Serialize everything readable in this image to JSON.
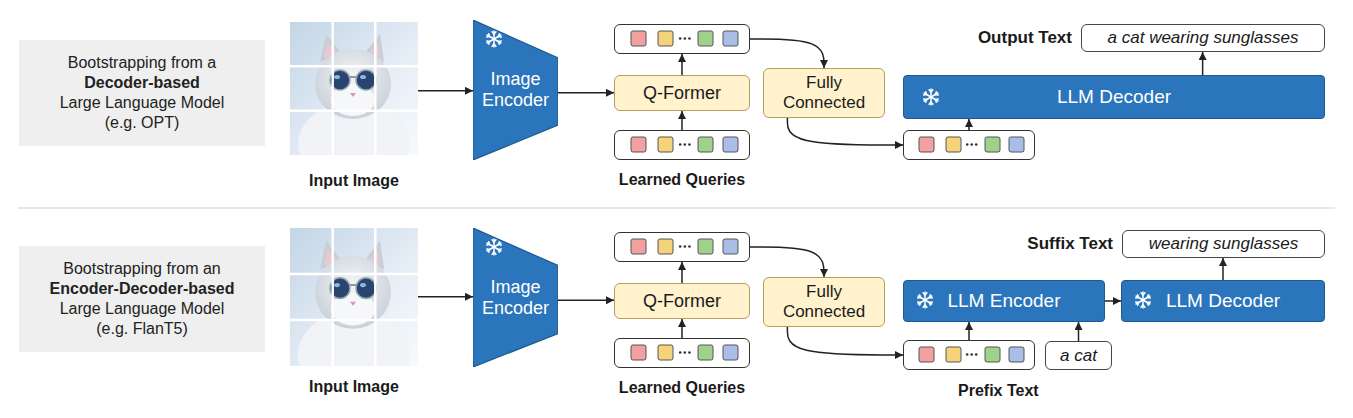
{
  "diagram": {
    "nodes": [
      {
        "text": [
          "Bootstrapping from a",
          "Decoder-based",
          "Large Language Model (e.g. OPT)"
        ]
      },
      {
        "text": [
          "Input Image"
        ]
      },
      {
        "text": [
          "Image Encoder"
        ]
      },
      {
        "text": [
          "Learned Queries"
        ]
      },
      {
        "text": [
          "Q-Former"
        ]
      },
      {
        "text": []
      },
      {
        "text": [
          "Fully Connected"
        ]
      },
      {
        "text": []
      },
      {
        "text": [
          "LLM Decoder"
        ]
      },
      {
        "text": [
          "Output Text",
          "a cat wearing sunglasses"
        ]
      },
      {
        "text": [
          "Bootstrapping from an",
          "Encoder-Decoder-based",
          "Large Language Model (e.g. FlanT5)"
        ]
      },
      {
        "text": [
          "Input Image"
        ]
      },
      {
        "text": [
          "Image Encoder"
        ]
      },
      {
        "text": [
          "Learned Queries"
        ]
      },
      {
        "text": [
          "Q-Former"
        ]
      },
      {
        "text": []
      },
      {
        "text": [
          "Fully Connected"
        ]
      },
      {
        "text": []
      },
      {
        "text": [
          "a cat"
        ]
      },
      {
        "text": [
          "LLM Encoder"
        ]
      },
      {
        "text": [
          "LLM Decoder"
        ]
      },
      {
        "text": [
          "Suffix Text",
          "wearing sunglasses"
        ]
      }
    ],
    "edges": [
      {
        "from": 1,
        "to": 2,
        "arrow": "to"
      },
      {
        "from": 2,
        "to": 4,
        "arrow": "to"
      },
      {
        "from": 3,
        "to": 4,
        "arrow": "to"
      },
      {
        "from": 4,
        "to": 5,
        "arrow": "to"
      },
      {
        "from": 5,
        "to": 6,
        "arrow": "to"
      },
      {
        "from": 6,
        "to": 7,
        "arrow": "to"
      },
      {
        "from": 7,
        "to": 8,
        "arrow": "to"
      },
      {
        "from": 8,
        "to": 9,
        "arrow": "to"
      },
      {
        "from": 11,
        "to": 12,
        "arrow": "to"
      },
      {
        "from": 12,
        "to": 14,
        "arrow": "to"
      },
      {
        "from": 13,
        "to": 14,
        "arrow": "to"
      },
      {
        "from": 14,
        "to": 15,
        "arrow": "to"
      },
      {
        "from": 15,
        "to": 16,
        "arrow": "to"
      },
      {
        "from": 16,
        "to": 17,
        "arrow": "to"
      },
      {
        "from": 17,
        "to": 19,
        "arrow": "to"
      },
      {
        "from": 18,
        "to": 19,
        "arrow": "to"
      },
      {
        "from": 19,
        "to": 20,
        "arrow": "to"
      },
      {
        "from": 20,
        "to": 21,
        "arrow": "to"
      }
    ],
    "labels": [
      "Prefix Text"
    ]
  }
}
